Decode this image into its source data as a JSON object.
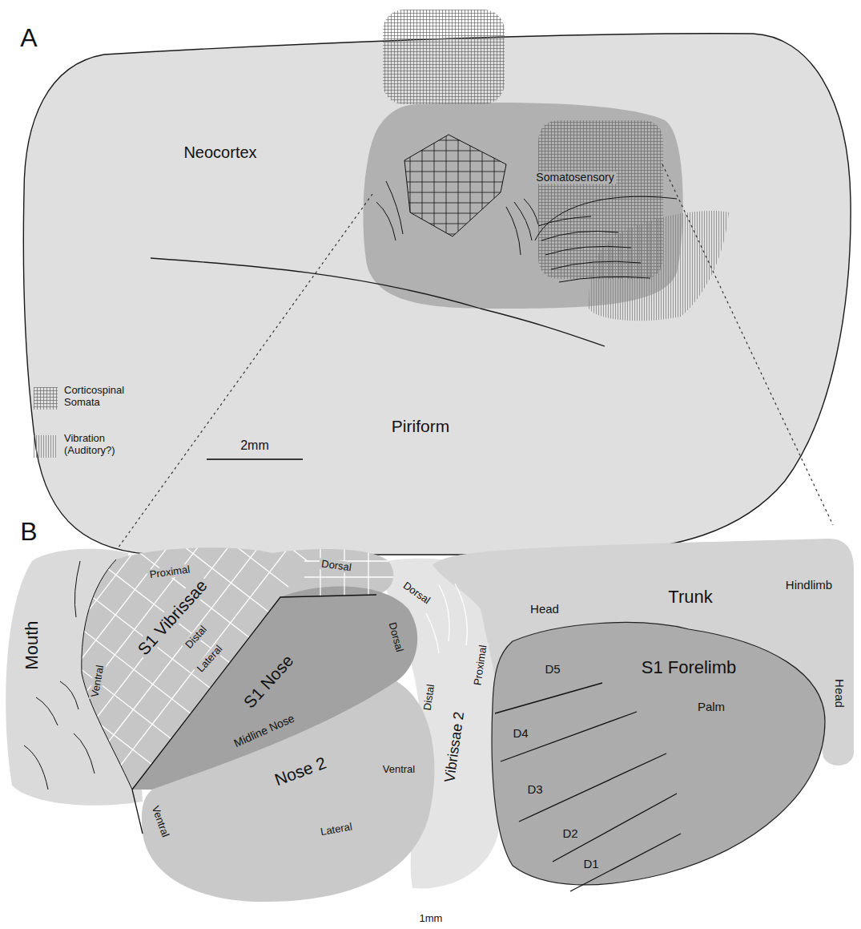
{
  "diagram": {
    "nodes": [
      {
        "text": [
          "Neocortex",
          "Piriform"
        ]
      },
      {
        "text": [
          "Somatosensory"
        ],
        "in": 0
      },
      {
        "text": [
          "Mouth"
        ]
      },
      {
        "text": [
          "S1 Vibrissae"
        ]
      },
      {
        "text": [
          "S1 Nose"
        ]
      },
      {
        "text": [
          "Nose 2"
        ]
      },
      {
        "text": [
          "Vibrissae 2"
        ]
      },
      {
        "text": [
          "Trunk"
        ]
      },
      {
        "text": [
          "S1 Forelimb"
        ]
      }
    ],
    "labels": [
      "A",
      "2mm",
      "B",
      "Proximal",
      "Dorsal",
      "Ventral",
      "Distal",
      "Lateral",
      "Dorsal",
      "Midline Nose",
      "Ventral",
      "Lateral",
      "Dorsal",
      "Distal",
      "Proximal",
      "Ventral",
      "Head",
      "Hindlimb",
      "Head",
      "D5",
      "Palm",
      "D4",
      "D3",
      "D2",
      "D1",
      "1mm"
    ],
    "legend": [
      {
        "text": "Corticospinal Somata"
      },
      {
        "text": "Vibration (Auditory?)"
      }
    ]
  }
}
